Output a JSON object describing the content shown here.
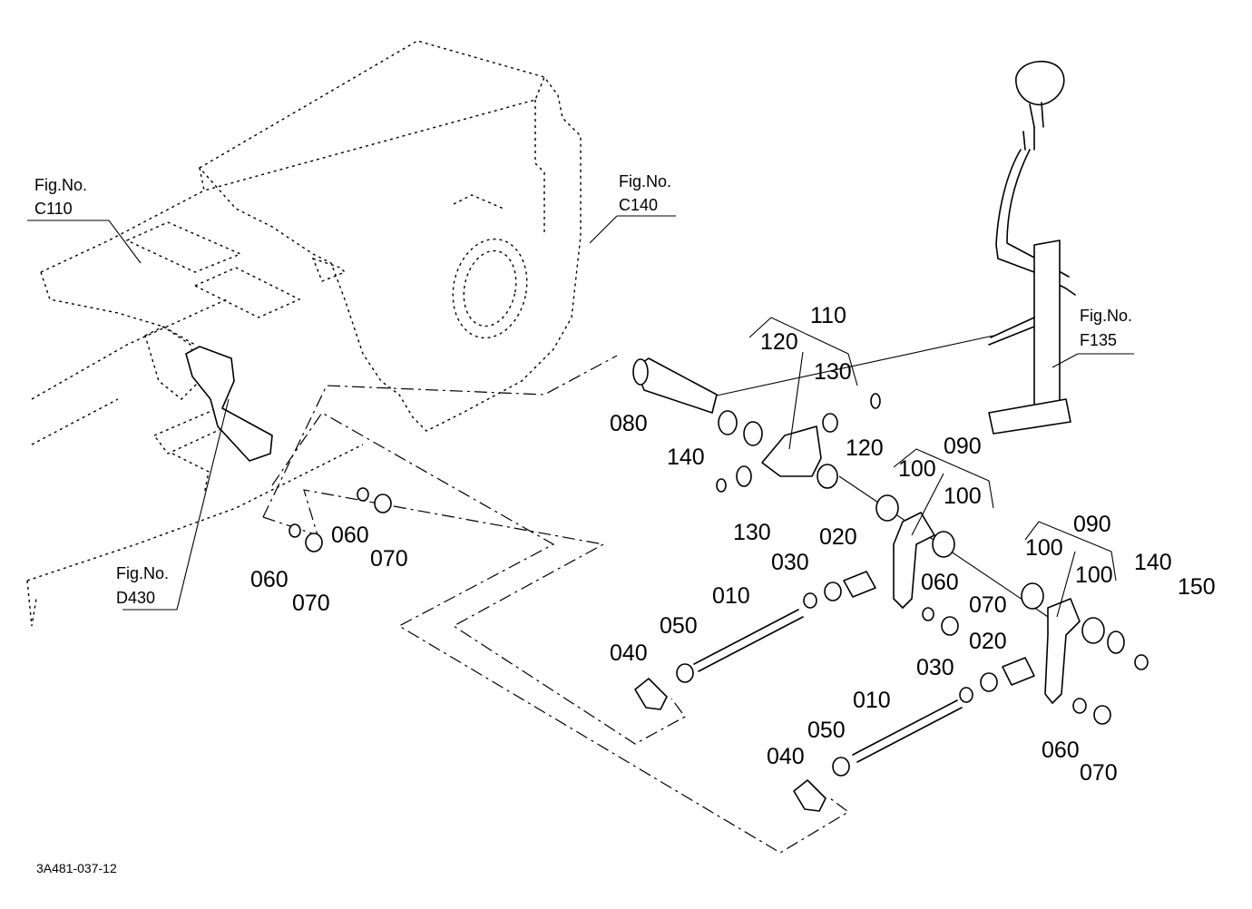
{
  "drawing_code": "3A481-037-12",
  "figure_refs": [
    {
      "line1": "Fig.No.",
      "line2": "C110"
    },
    {
      "line1": "Fig.No.",
      "line2": "C140"
    },
    {
      "line1": "Fig.No.",
      "line2": "F135"
    },
    {
      "line1": "Fig.No.",
      "line2": "D430"
    }
  ],
  "callouts": [
    "110",
    "120",
    "130",
    "080",
    "140",
    "130",
    "120",
    "090",
    "100",
    "100",
    "090",
    "100",
    "100",
    "140",
    "150",
    "020",
    "030",
    "060",
    "070",
    "010",
    "050",
    "040",
    "020",
    "030",
    "010",
    "050",
    "040",
    "060",
    "070",
    "060",
    "070",
    "060",
    "070"
  ]
}
